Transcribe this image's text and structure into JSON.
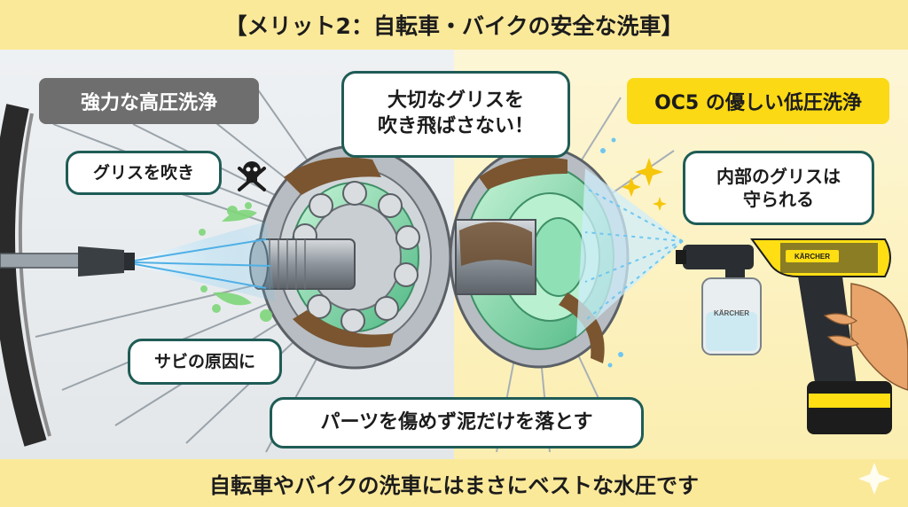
{
  "header": {
    "title": "【メリット2：自転車・バイクの安全な洗車】"
  },
  "left_panel": {
    "label": "強力な高圧洗浄",
    "callout_grease": "グリスを吹き",
    "callout_rust": "サビの原因に"
  },
  "center_callout": "大切なグリスを\n吹き飛ばさない！",
  "right_panel": {
    "label": "OC5 の優しい低圧洗浄",
    "callout_internal": "内部のグリスは\n守られる",
    "brand_on_gun": "KÄRCHER",
    "brand_on_bottle": "KÄRCHER"
  },
  "bottom_callout": "パーツを傷めず泥だけを落とす",
  "footer": {
    "text": "自転車やバイクの洗車にはまさにベストな水圧です"
  },
  "colors": {
    "band": "#fbe99a",
    "accent_yellow": "#fbd915",
    "grease_green": "#6fd39a",
    "water_blue": "#6ec6f0",
    "bubble_border": "#1f5c56"
  },
  "icons": [
    "skull-crossbones-icon",
    "sparkle-icon"
  ]
}
